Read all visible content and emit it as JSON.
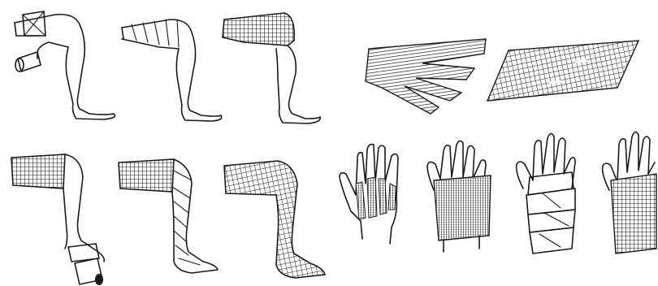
{
  "figure": {
    "panels": [
      {
        "id": "leg-1",
        "wrap": "figure-eight-start",
        "ink": "#1a1a1a"
      },
      {
        "id": "leg-2",
        "wrap": "spiral-bands-thigh"
      },
      {
        "id": "leg-3",
        "wrap": "mesh-thigh"
      },
      {
        "id": "leg-4",
        "wrap": "mesh-thigh-with-roll-at-foot"
      },
      {
        "id": "leg-5",
        "wrap": "mesh-thigh-spiral-lower-leg"
      },
      {
        "id": "leg-6",
        "wrap": "mesh-full-leg"
      },
      {
        "id": "strip-1",
        "wrap": "split-fabric-strips"
      },
      {
        "id": "strip-2",
        "wrap": "woven-mesh-sheet"
      },
      {
        "id": "hand-1",
        "wrap": "finger-strips"
      },
      {
        "id": "hand-2",
        "wrap": "mesh-palm"
      },
      {
        "id": "hand-3",
        "wrap": "spiral-wrist"
      },
      {
        "id": "hand-4",
        "wrap": "mesh-glove"
      }
    ]
  }
}
